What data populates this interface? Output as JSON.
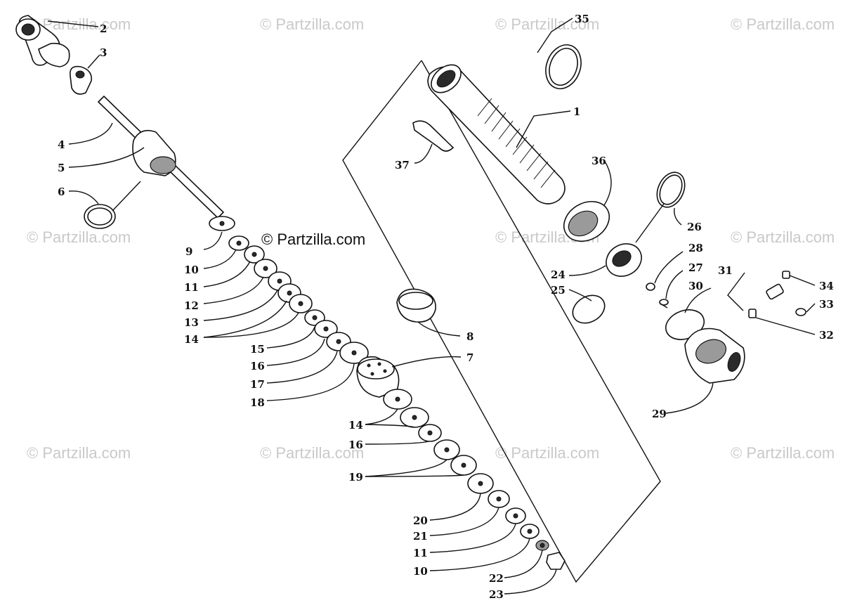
{
  "watermarks": {
    "main": "© Partzilla.com",
    "faded": "© Partzilla.com"
  },
  "labels": {
    "l1": "1",
    "l2": "2",
    "l3": "3",
    "l4": "4",
    "l5": "5",
    "l6": "6",
    "l7": "7",
    "l8": "8",
    "l9": "9",
    "l10a": "10",
    "l10b": "10",
    "l11a": "11",
    "l11b": "11",
    "l12": "12",
    "l13": "13",
    "l14a": "14",
    "l14b": "14",
    "l15": "15",
    "l16a": "16",
    "l16b": "16",
    "l17": "17",
    "l18": "18",
    "l19": "19",
    "l20": "20",
    "l21": "21",
    "l22": "22",
    "l23": "23",
    "l24": "24",
    "l25": "25",
    "l26": "26",
    "l27": "27",
    "l28": "28",
    "l29": "29",
    "l30": "30",
    "l31": "31",
    "l32": "32",
    "l33": "33",
    "l34": "34",
    "l35": "35",
    "l36": "36",
    "l37": "37"
  },
  "colors": {
    "ink": "#111111",
    "watermark": "#c9c9c9",
    "background": "#ffffff"
  }
}
